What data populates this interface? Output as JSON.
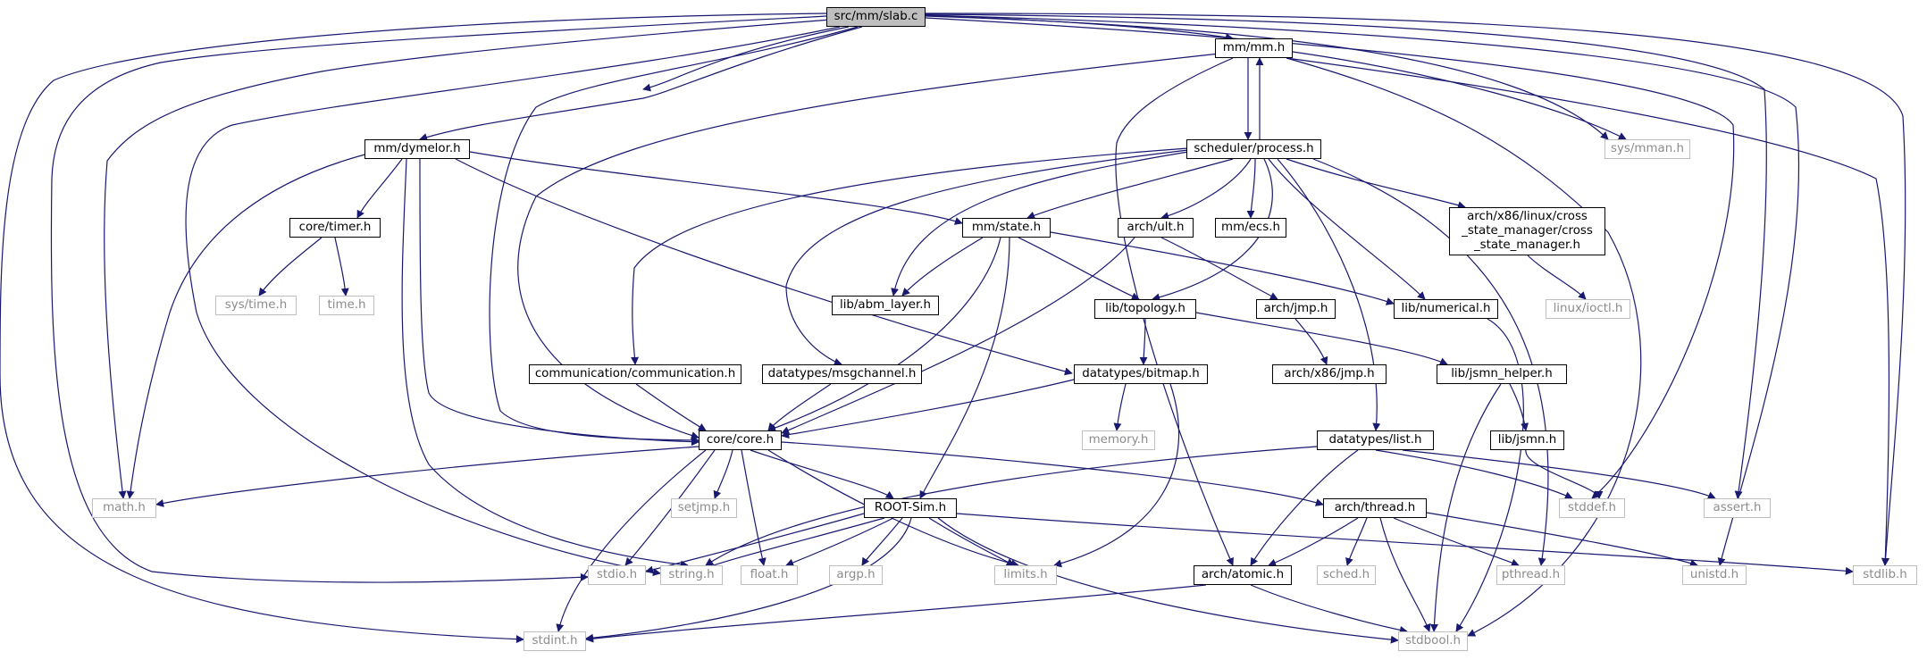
{
  "colors": {
    "edge": "#191970",
    "box_border": "#000000",
    "root_fill": "#bfbfbf",
    "external_border": "#bfbfbf",
    "external_text": "#8c8c8c"
  },
  "nodes": {
    "slab_c": "src/mm/slab.c",
    "mm_h": "mm/mm.h",
    "sys_mman_h": "sys/mman.h",
    "process_h": "scheduler/process.h",
    "dymelor_h": "mm/dymelor.h",
    "timer_h": "core/timer.h",
    "sys_time_h": "sys/time.h",
    "time_h": "time.h",
    "state_h": "mm/state.h",
    "ult_h": "arch/ult.h",
    "ecs_h": "mm/ecs.h",
    "csm_line1": "arch/x86/linux/cross",
    "csm_line2": "_state_manager/cross",
    "csm_line3": "_state_manager.h",
    "ioctl_h": "linux/ioctl.h",
    "abm_h": "lib/abm_layer.h",
    "topology_h": "lib/topology.h",
    "numerical_h": "lib/numerical.h",
    "jmp_h": "arch/jmp.h",
    "x86_jmp_h": "arch/x86/jmp.h",
    "communication_h": "communication/communication.h",
    "msgchannel_h": "datatypes/msgchannel.h",
    "bitmap_h": "datatypes/bitmap.h",
    "jsmn_helper_h": "lib/jsmn_helper.h",
    "core_h": "core/core.h",
    "memory_h": "memory.h",
    "list_h": "datatypes/list.h",
    "jsmn_h": "lib/jsmn.h",
    "math_h": "math.h",
    "setjmp_h": "setjmp.h",
    "rootsim_h": "ROOT-Sim.h",
    "thread_h": "arch/thread.h",
    "stddef_h": "stddef.h",
    "assert_h": "assert.h",
    "stdio_h": "stdio.h",
    "string_h": "string.h",
    "float_h": "float.h",
    "argp_h": "argp.h",
    "limits_h": "limits.h",
    "atomic_h": "arch/atomic.h",
    "sched_h": "sched.h",
    "pthread_h": "pthread.h",
    "unistd_h": "unistd.h",
    "stdlib_h": "stdlib.h",
    "stdint_h": "stdint.h",
    "stdbool_h": "stdbool.h"
  }
}
